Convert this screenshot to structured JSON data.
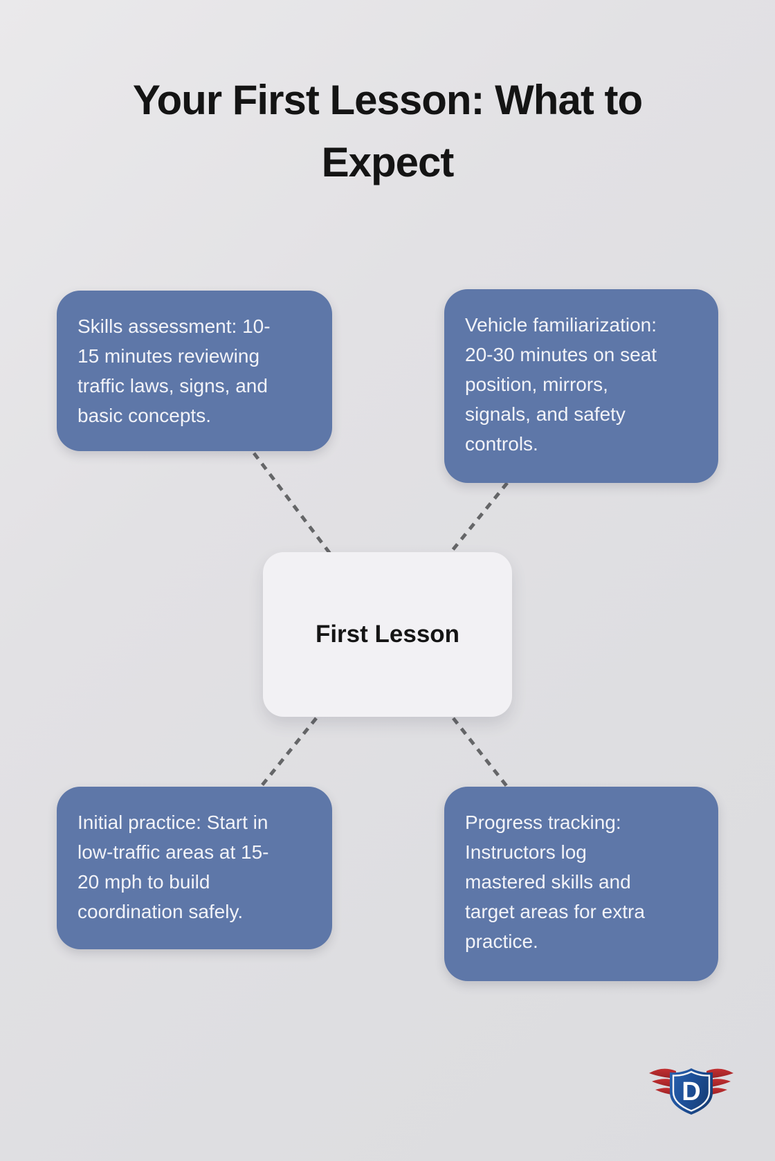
{
  "page": {
    "title": "Your First Lesson: What to\nExpect",
    "background_color": "#e1e0e3"
  },
  "diagram": {
    "center": {
      "label": "First Lesson"
    },
    "nodes": [
      {
        "id": "skills-assessment",
        "position": "top-left",
        "text": "Skills assessment: 10-\n15 minutes reviewing\ntraffic laws, signs, and\nbasic concepts."
      },
      {
        "id": "vehicle-familiarization",
        "position": "top-right",
        "text": "Vehicle familiarization:\n20-30 minutes on seat\nposition, mirrors,\nsignals, and safety\ncontrols."
      },
      {
        "id": "initial-practice",
        "position": "bottom-left",
        "text": "Initial practice: Start in\nlow-traffic areas at 15-\n20 mph to build\ncoordination safely."
      },
      {
        "id": "progress-tracking",
        "position": "bottom-right",
        "text": "Progress tracking:\nInstructors log\nmastered skills and\ntarget areas for extra\npractice."
      }
    ],
    "colors": {
      "node_fill": "#5e77a8",
      "node_text": "#f2f3f8",
      "center_fill": "#f2f1f4",
      "center_text": "#151515",
      "connector": "#58595b"
    }
  },
  "logo": {
    "name": "driving-school-shield-logo",
    "letter": "D",
    "shield_color": "#1d4f97",
    "wing_color": "#b02a2d"
  }
}
